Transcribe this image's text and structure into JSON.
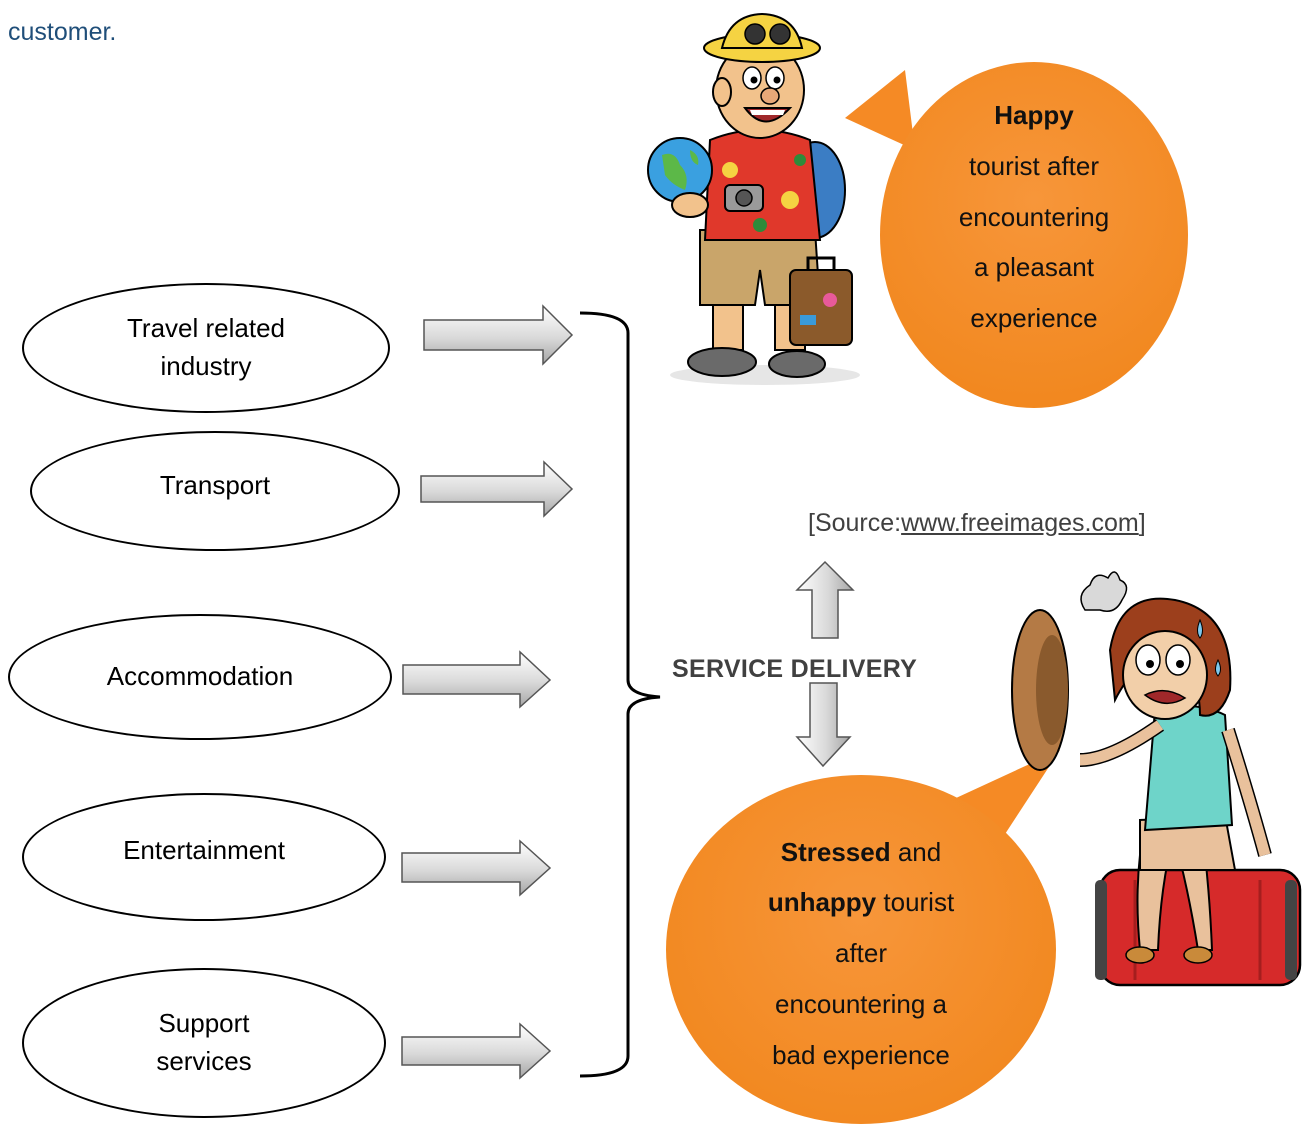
{
  "intro_text": "customer.",
  "sources": [
    "Travel related industry",
    "Transport",
    "Accommodation",
    "Entertainment",
    "Support services"
  ],
  "source_lines": [
    [
      "Travel related",
      "industry"
    ],
    [
      "Transport"
    ],
    [
      "Accommodation"
    ],
    [
      "Entertainment"
    ],
    [
      "Support",
      "services"
    ]
  ],
  "center_label": "SERVICE DELIVERY",
  "source_credit": {
    "prefix": "[Source:",
    "link": "www.freeimages.com",
    "suffix": "]"
  },
  "happy_bubble": {
    "bold": "Happy",
    "lines": [
      "tourist after",
      "encountering",
      "a pleasant",
      "experience"
    ]
  },
  "sad_bubble": {
    "bold1": "Stressed",
    "text1": " and",
    "bold2": "unhappy",
    "text2": " tourist",
    "lines": [
      "after",
      "encountering a",
      "bad experience"
    ]
  },
  "colors": {
    "bubble": "#f58a25",
    "intro_text": "#1f4e79",
    "arrow_fill": "#d9d9d9"
  },
  "icons": [
    "happy-tourist-icon",
    "stressed-tourist-icon"
  ]
}
